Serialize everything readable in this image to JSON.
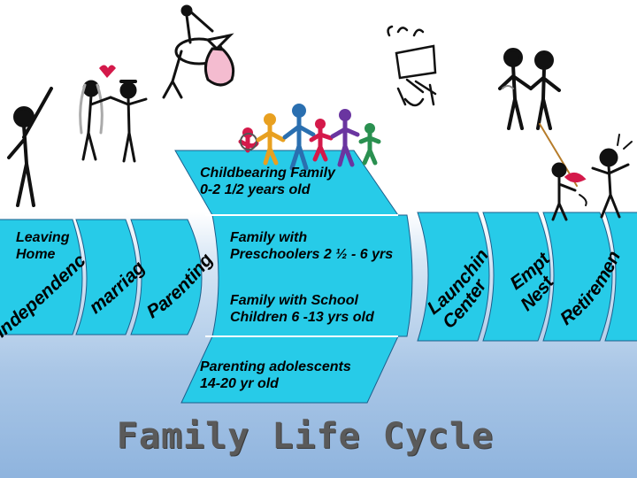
{
  "stages": {
    "childbearing": "Childbearing Family\n0-2 1/2 years old",
    "leaving_home": "Leaving\nHome",
    "independence": "Independence",
    "marriage": "marriage",
    "parenting": "Parenting",
    "preschoolers": "Family with\nPreschoolers 2 ½ - 6 yrs",
    "school_children": "Family with School\nChildren 6 -13 yrs old",
    "adolescents": "Parenting adolescents\n14-20 yr old",
    "launching_1": "Launching",
    "launching_2": "Center",
    "empty_1": "Empty",
    "empty_2": "Nest",
    "retirement": "Retirement"
  },
  "title": "Family Life Cycle",
  "colors": {
    "arrow_fill": "#27cbe8",
    "title": "#5a5a5a",
    "heart": "#d4194a",
    "bow": "#d4194a"
  },
  "clipart": [
    "pointing-person",
    "bride-groom",
    "stork-with-baby",
    "family-group",
    "falling-person",
    "couple-holding-hands",
    "fishing-figure"
  ]
}
